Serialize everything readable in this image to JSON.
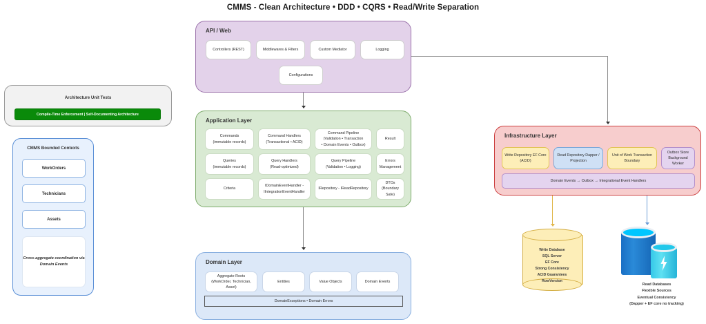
{
  "title": "CMMS - Clean Architecture • DDD • CQRS • Read/Write Separation",
  "layers": {
    "api": {
      "title": "API / Web",
      "nodes": [
        {
          "label": "Controllers (REST)"
        },
        {
          "label": "Middlewares & Filters"
        },
        {
          "label": "Custom Mediator"
        },
        {
          "label": "Logging"
        },
        {
          "label": "Configurations"
        }
      ]
    },
    "application": {
      "title": "Application Layer",
      "nodes": [
        {
          "line1": "Commands",
          "line2": "(immutable records)"
        },
        {
          "line1": "Command Handlers",
          "line2": "(Transactional • ACID)"
        },
        {
          "line1": "Command Pipeline",
          "line2": "(Validation • Transaction",
          "line3": "• Domain Events • Outbox)"
        },
        {
          "line1": "Result",
          "line2": ""
        },
        {
          "line1": "Queries",
          "line2": "(immutable records)"
        },
        {
          "line1": "Query Handlers",
          "line2": "(Read-optimized)"
        },
        {
          "line1": "Query Pipeline",
          "line2": "(Validation • Logging)"
        },
        {
          "line1": "Errors",
          "line2": "Management"
        },
        {
          "line1": "Criteria",
          "line2": ""
        },
        {
          "line1": "IDomainEventHandler -",
          "line2": "IIntegrationEventHandler"
        },
        {
          "line1": "IRepository - IReadRepository",
          "line2": ""
        },
        {
          "line1": "DTOs",
          "line2": "(Boundary Safe)"
        }
      ]
    },
    "domain": {
      "title": "Domain Layer",
      "nodes": [
        {
          "line1": "Aggregate Roots",
          "line2": "(WorkOrder, Technician,",
          "line3": "Asset)"
        },
        {
          "line1": "Entities",
          "line2": ""
        },
        {
          "line1": "Value Objects",
          "line2": ""
        },
        {
          "line1": "Domain Events",
          "line2": ""
        }
      ],
      "exceptions_bar": "DomainExceptions • Domain Errors"
    },
    "infrastructure": {
      "title": "Infrastructure Layer",
      "nodes": [
        {
          "line1": "Write Repository",
          "line2": "EF Core (ACID)",
          "color": "yellow"
        },
        {
          "line1": "Read Repository",
          "line2": "Dapper / Projection",
          "color": "blue"
        },
        {
          "line1": "Unit of Work",
          "line2": "Transaction Boundary",
          "color": "yellow"
        },
        {
          "line1": "Outbox Store",
          "line2": "Background Worker",
          "color": "purple"
        }
      ],
      "events_bar": "Domain Events → Outbox → Integrational Event Handlers"
    }
  },
  "unit_tests": {
    "title": "Architecture Unit Tests",
    "banner": "Compile-Time Enforcement | Self-Documenting Architecture"
  },
  "bounded_contexts": {
    "title": "CMMS Bounded Contexts",
    "items": [
      {
        "label": "WorkOrders"
      },
      {
        "label": "Technicians"
      },
      {
        "label": "Assets"
      }
    ],
    "note_line1": "Cross-aggregate",
    "note_line2": "coordination via",
    "note_line3": "Domain Events"
  },
  "databases": {
    "write": {
      "line1": "Write Database",
      "line2": "SQL Server",
      "line3": "EF Core",
      "line4": "Strong Consistency",
      "line5": "ACID Guarantees",
      "line6": "RowVersion"
    },
    "read": {
      "line1": "Read Databases",
      "line2": "Flexible Sources",
      "line3": "Eventual Consistency",
      "line4": "(Dapper + EF core no tracking)"
    }
  },
  "colors": {
    "api": "#e3d2ea",
    "application": "#d9ead3",
    "domain": "#dce8f8",
    "infrastructure": "#f7cdcd",
    "banner_green": "#0a8a0a",
    "write_db": "#fdeeb8",
    "read_db": "#1a6fc4"
  }
}
